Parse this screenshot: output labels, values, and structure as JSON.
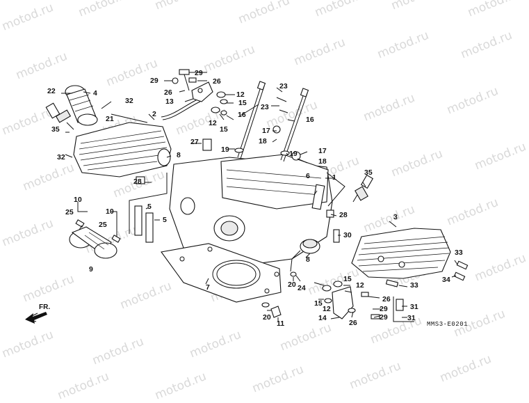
{
  "watermark": "motod.ru",
  "direction": {
    "label": "FR."
  },
  "diagram_code": "MMS3-E0201",
  "callouts": [
    {
      "id": "c29a",
      "text": "29"
    },
    {
      "id": "c29b",
      "text": "29"
    },
    {
      "id": "c26a",
      "text": "26"
    },
    {
      "id": "c26b",
      "text": "26"
    },
    {
      "id": "c13",
      "text": "13"
    },
    {
      "id": "c12a",
      "text": "12"
    },
    {
      "id": "c15a",
      "text": "15"
    },
    {
      "id": "c12b",
      "text": "12"
    },
    {
      "id": "c15b",
      "text": "15"
    },
    {
      "id": "c16a",
      "text": "16"
    },
    {
      "id": "c23a",
      "text": "23"
    },
    {
      "id": "c23b",
      "text": "23"
    },
    {
      "id": "c16b",
      "text": "16"
    },
    {
      "id": "c17a",
      "text": "17"
    },
    {
      "id": "c18a",
      "text": "18"
    },
    {
      "id": "c19a",
      "text": "19"
    },
    {
      "id": "c19b",
      "text": "19"
    },
    {
      "id": "c17b",
      "text": "17"
    },
    {
      "id": "c18b",
      "text": "18"
    },
    {
      "id": "c22",
      "text": "22"
    },
    {
      "id": "c4",
      "text": "4"
    },
    {
      "id": "c32a",
      "text": "32"
    },
    {
      "id": "c2",
      "text": "2"
    },
    {
      "id": "c21",
      "text": "21"
    },
    {
      "id": "c35a",
      "text": "35"
    },
    {
      "id": "c32b",
      "text": "32"
    },
    {
      "id": "c8a",
      "text": "8"
    },
    {
      "id": "c27",
      "text": "27"
    },
    {
      "id": "c1",
      "text": "1"
    },
    {
      "id": "c28a",
      "text": "28"
    },
    {
      "id": "c35b",
      "text": "35"
    },
    {
      "id": "c6",
      "text": "6"
    },
    {
      "id": "c10a",
      "text": "10"
    },
    {
      "id": "c25a",
      "text": "25"
    },
    {
      "id": "c10b",
      "text": "10"
    },
    {
      "id": "c25b",
      "text": "25"
    },
    {
      "id": "c5a",
      "text": "5"
    },
    {
      "id": "c5b",
      "text": "5"
    },
    {
      "id": "c28b",
      "text": "28"
    },
    {
      "id": "c3",
      "text": "3"
    },
    {
      "id": "c30",
      "text": "30"
    },
    {
      "id": "c9",
      "text": "9"
    },
    {
      "id": "c8b",
      "text": "8"
    },
    {
      "id": "c33a",
      "text": "33"
    },
    {
      "id": "c34",
      "text": "34"
    },
    {
      "id": "c7",
      "text": "7"
    },
    {
      "id": "c20a",
      "text": "20"
    },
    {
      "id": "c24",
      "text": "24"
    },
    {
      "id": "c15c",
      "text": "15"
    },
    {
      "id": "c12c",
      "text": "12"
    },
    {
      "id": "c33b",
      "text": "33"
    },
    {
      "id": "c15d",
      "text": "15"
    },
    {
      "id": "c12d",
      "text": "12"
    },
    {
      "id": "c26c",
      "text": "26"
    },
    {
      "id": "c31a",
      "text": "31"
    },
    {
      "id": "c29c",
      "text": "29"
    },
    {
      "id": "c14",
      "text": "14"
    },
    {
      "id": "c26d",
      "text": "26"
    },
    {
      "id": "c29d",
      "text": "29"
    },
    {
      "id": "c31b",
      "text": "31"
    },
    {
      "id": "c20b",
      "text": "20"
    },
    {
      "id": "c11",
      "text": "11"
    }
  ]
}
